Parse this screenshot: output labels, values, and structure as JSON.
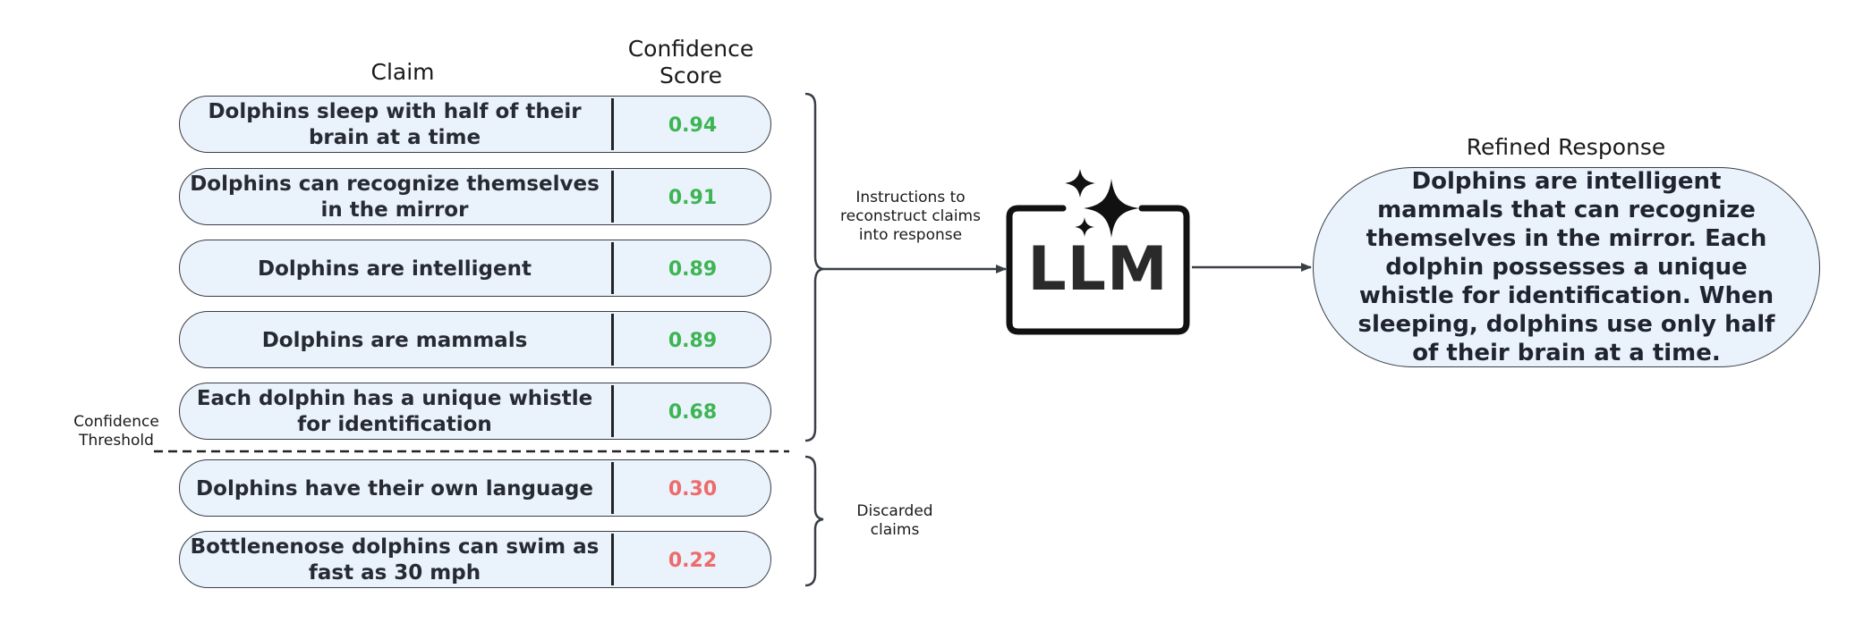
{
  "headers": {
    "claim": "Claim",
    "confidence_line1": "Confidence",
    "confidence_line2": "Score",
    "refined": "Refined Response"
  },
  "threshold_label": {
    "line1": "Confidence",
    "line2": "Threshold"
  },
  "instructions_label": {
    "line1": "Instructions to",
    "line2": "reconstruct claims",
    "line3": "into response"
  },
  "discarded_label": {
    "line1": "Discarded",
    "line2": "claims"
  },
  "llm_label": "LLM",
  "colors": {
    "accepted_score": "#3db553",
    "discarded_score": "#ee6b6b",
    "pill_fill": "#eaf2fc"
  },
  "claims": [
    {
      "line1": "Dolphins sleep with half of their",
      "line2": "brain at a time",
      "score": "0.94",
      "status": "accepted"
    },
    {
      "line1": "Dolphins can recognize themselves",
      "line2": "in the mirror",
      "score": "0.91",
      "status": "accepted"
    },
    {
      "line1": "Dolphins are intelligent",
      "line2": "",
      "score": "0.89",
      "status": "accepted"
    },
    {
      "line1": "Dolphins are mammals",
      "line2": "",
      "score": "0.89",
      "status": "accepted"
    },
    {
      "line1": "Each dolphin has a unique whistle",
      "line2": "for identification",
      "score": "0.68",
      "status": "accepted"
    },
    {
      "line1": "Dolphins have their own language",
      "line2": "",
      "score": "0.30",
      "status": "discarded"
    },
    {
      "line1": "Bottlenenose dolphins can swim as",
      "line2": "fast as 30 mph",
      "score": "0.22",
      "status": "discarded"
    }
  ],
  "refined_response": "Dolphins are intelligent mammals that can recognize themselves in the mirror. Each dolphin possesses a unique whistle for identification. When sleeping, dolphins use only half of their brain at a time."
}
